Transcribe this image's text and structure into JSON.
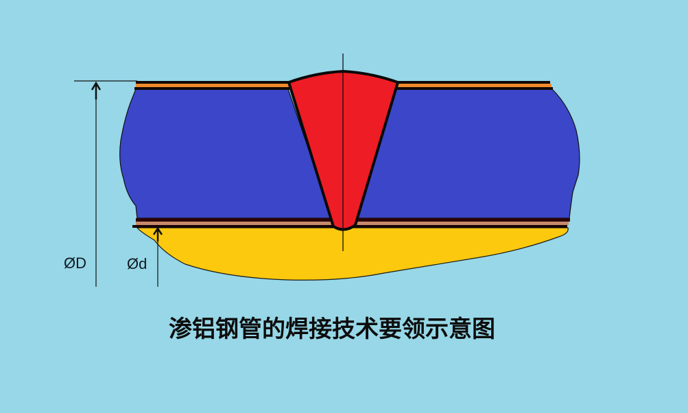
{
  "caption": "渗铝钢管的焊接技术要领示意图",
  "dimensions": {
    "outer_diameter_label": "ØD",
    "inner_diameter_label": "Ød"
  },
  "colors": {
    "background": "#97d7e7",
    "pipe_wall": "#3b47c8",
    "aluminized_coating": "#f08a2a",
    "coating_inner": "#c8896a",
    "weld_bead": "#ee1c24",
    "root_backing": "#fcc90e",
    "outline": "#0a0a0a"
  },
  "parts": [
    {
      "name": "pipe-wall",
      "description": "steel pipe wall cross-section"
    },
    {
      "name": "outer-aluminized-layer",
      "description": "outer aluminized coating"
    },
    {
      "name": "inner-aluminized-layer",
      "description": "inner aluminized coating"
    },
    {
      "name": "weld-bead",
      "description": "V-groove weld"
    },
    {
      "name": "root-zone",
      "description": "yellow zone below root"
    }
  ]
}
